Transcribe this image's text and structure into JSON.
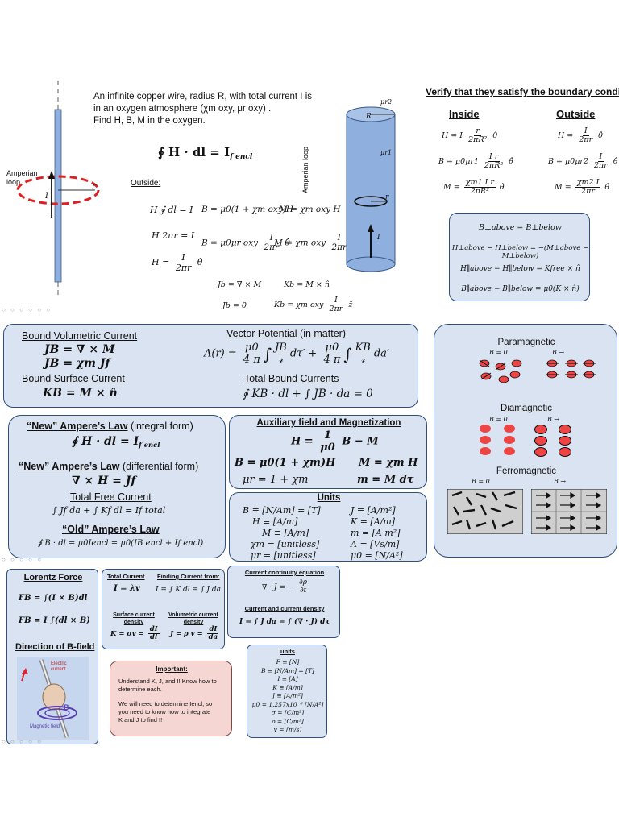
{
  "top": {
    "problem_line1": "An infinite copper wire, radius R, with total current I is",
    "problem_line2": "in an oxygen atmosphere (χm oxy, μr oxy) .",
    "problem_line3": "Find H, B, M in the oxygen.",
    "ampere_law": "∮ H · dl = I",
    "ampere_sub": "f encl",
    "amperian_label_1": "Amperian",
    "amperian_label_2": "loop",
    "outside_label": "Outside:",
    "eq_h_loop": "H ∮ dl = I",
    "eq_h_2pir": "H 2πr = I",
    "eq_b_chi": "B = μ0(1 + χm oxy)H",
    "eq_m_chi": "M = χm oxy H",
    "eq_b_mur": "B = μ0μr oxy",
    "eq_m_vec": "M = χm oxy",
    "eq_jb": "Jb = ∇ × M",
    "eq_kb": "Kb = M × n̂",
    "eq_jb0": "Jb = 0",
    "eq_kb_full": "Kb = χm oxy",
    "cyl_mu_r2": "μr2",
    "cyl_mu_r1": "μr1",
    "cyl_R": "R",
    "cyl_r": "r",
    "cyl_I": "I",
    "cyl_amperian": "Amperian loop",
    "wire_I": "I",
    "wire_r": "r"
  },
  "boundary": {
    "title": "Verify that they satisfy the boundary conditions",
    "inside_label": "Inside",
    "outside_label": "Outside",
    "bc_b_perp": "B⊥above = B⊥below",
    "bc_h_perp": "H⊥above − H⊥below = −(M⊥above − M⊥below)",
    "bc_h_par": "H∥above − H∥below = Kfree × n̂",
    "bc_b_par": "B∥above − B∥below = μ0(K × n̂)"
  },
  "bound": {
    "vol_title": "Bound Volumetric Current",
    "vol_eq1": "JB = ∇ × M",
    "vol_eq2": "JB = χm Jf",
    "surf_title": "Bound Surface Current",
    "surf_eq": "KB = M × n̂",
    "vp_title": "Vector Potential (in matter)",
    "vp_eq": "A(r) =",
    "tbc_title": "Total Bound Currents",
    "tbc_eq": "∮ KB · dl + ∫ JB · da = 0"
  },
  "magnetic": {
    "para_title": "Paramagnetic",
    "dia_title": "Diamagnetic",
    "ferro_title": "Ferromagnetic",
    "b0": "B = 0",
    "barrow": "B →"
  },
  "ampere": {
    "new_integral_title": "“New” Ampere’s Law",
    "integral_form": "(integral form)",
    "integral_eq": "∮ H · dl = I",
    "integral_sub": "f encl",
    "new_diff_title": "“New” Ampere’s Law",
    "diff_form": "(differential form)",
    "diff_eq": "∇ × H = Jf",
    "free_title": "Total Free Current",
    "free_eq": "∫ Jf da + ∫ Kf dl = If total",
    "old_title": "“Old” Ampere’s Law",
    "old_eq": "∮ B · dl = μ0Iencl = μ0(IB encl + If encl)"
  },
  "aux": {
    "title": "Auxiliary field and Magnetization",
    "eq_h": "H =",
    "eq_b": "B = μ0(1 + χm)H",
    "eq_m": "M = χm H",
    "eq_mur": "μr = 1 + χm",
    "eq_mdt": "m = M dτ"
  },
  "units": {
    "title": "Units",
    "rows": [
      [
        "B ≡ [N/Am] = [T]",
        "J ≡ [A/m²]"
      ],
      [
        "H ≡ [A/m]",
        "K = [A/m]"
      ],
      [
        "M ≡ [A/m]",
        "m = [A m²]"
      ],
      [
        "χm = [unitless]",
        "A = [Vs/m]"
      ],
      [
        "μr = [unitless]",
        "μ0 = [N/A²]"
      ]
    ]
  },
  "lorentz": {
    "title": "Lorentz Force",
    "eq1": "FB = ∫(I × B)dl",
    "eq2": "FB = I ∫(dl × B)",
    "dir_title": "Direction of B-field",
    "fig_current": "Electric current",
    "fig_B": "B",
    "fig_mag": "Magnetic field",
    "fig_I": "I"
  },
  "current": {
    "total_title": "Total Current",
    "total_eq": "I = λv",
    "find_title": "Finding Current from:",
    "find_eq": "I = ∫ K dl = ∫ J da",
    "surf_title_1": "Surface current",
    "surf_title_2": "density",
    "surf_eq": "K = σv =",
    "vol_title_1": "Volumetric current",
    "vol_title_2": "density",
    "vol_eq": "J = ρ v ="
  },
  "continuity": {
    "title": "Current continuity equation",
    "eq": "∇ · J = −",
    "cd_title": "Current and current density",
    "cd_eq": "I = ∫ J da = ∫ (∇ · J) dτ"
  },
  "important": {
    "title": "Important:",
    "line1": "Understand K, J, and I! Know how to",
    "line2": "determine each.",
    "line3": "We will need to determine Iencl, so",
    "line4": "you need to know how to integrate",
    "line5": "K and J to find I!"
  },
  "small_units": {
    "title": "units",
    "rows": [
      "F ≡ [N]",
      "B ≡ [N/Am] = [T]",
      "I ≡ [A]",
      "K ≡ [A/m]",
      "J ≡ [A/m²]",
      "μ0 = 1.257x10⁻⁶ [N/A²]",
      "σ = [C/m²]",
      "ρ = [C/m³]",
      "v = [m/s]"
    ]
  },
  "colors": {
    "box_fill": "#d9e3f1",
    "box_border": "#2f4f7a",
    "important_fill": "#f6d6d2",
    "dashed_loop": "#e02020",
    "domain_red": "#ee4444"
  }
}
